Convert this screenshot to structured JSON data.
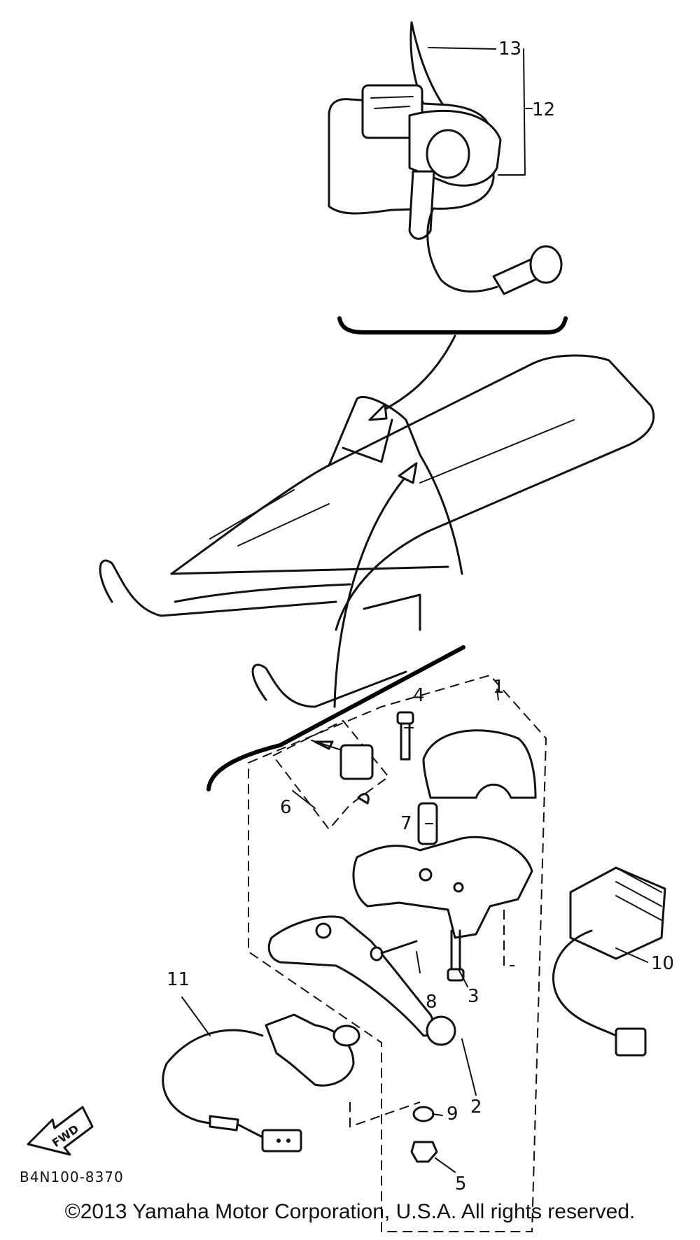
{
  "callouts": [
    {
      "id": "1",
      "text": "1"
    },
    {
      "id": "2",
      "text": "2"
    },
    {
      "id": "3",
      "text": "3"
    },
    {
      "id": "4",
      "text": "4"
    },
    {
      "id": "5",
      "text": "5"
    },
    {
      "id": "6",
      "text": "6"
    },
    {
      "id": "7",
      "text": "7"
    },
    {
      "id": "8",
      "text": "8"
    },
    {
      "id": "9",
      "text": "9"
    },
    {
      "id": "10",
      "text": "10"
    },
    {
      "id": "11",
      "text": "11"
    },
    {
      "id": "12",
      "text": "12"
    },
    {
      "id": "13",
      "text": "13"
    }
  ],
  "fwd_badge": "FWD",
  "part_code": "B4N100-8370",
  "copyright": "©2013 Yamaha Motor Corporation, U.S.A. All rights reserved."
}
